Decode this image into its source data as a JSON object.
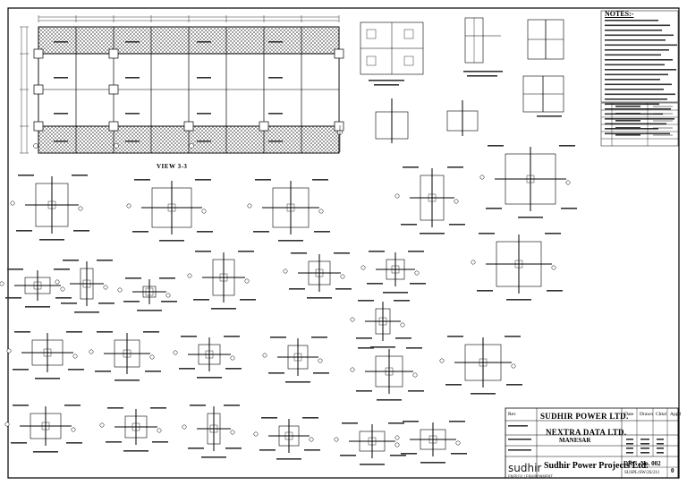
{
  "title_block": {
    "company": "SUDHIR POWER LTD.",
    "client": "NEXTRA DATA LTD.",
    "location": "MANESAR",
    "logo_text": "sudhir",
    "logo_sub": "ENERGY | ENVIRONMENT",
    "contractor": "Sudhir Power Projects Ltd.",
    "drg_no_label": "DRG. No. 002",
    "drg_no_value": "SUSPL/SW/2S/211",
    "rev_label": "Rev.",
    "rev_value": "0",
    "rev_col": "Rev",
    "header_cols": [
      "Date",
      "Drawn",
      "Chkd",
      "Appd"
    ]
  },
  "notes": {
    "heading": "NOTES:-"
  },
  "views": {
    "main_view_label": "VIEW 3-3"
  }
}
